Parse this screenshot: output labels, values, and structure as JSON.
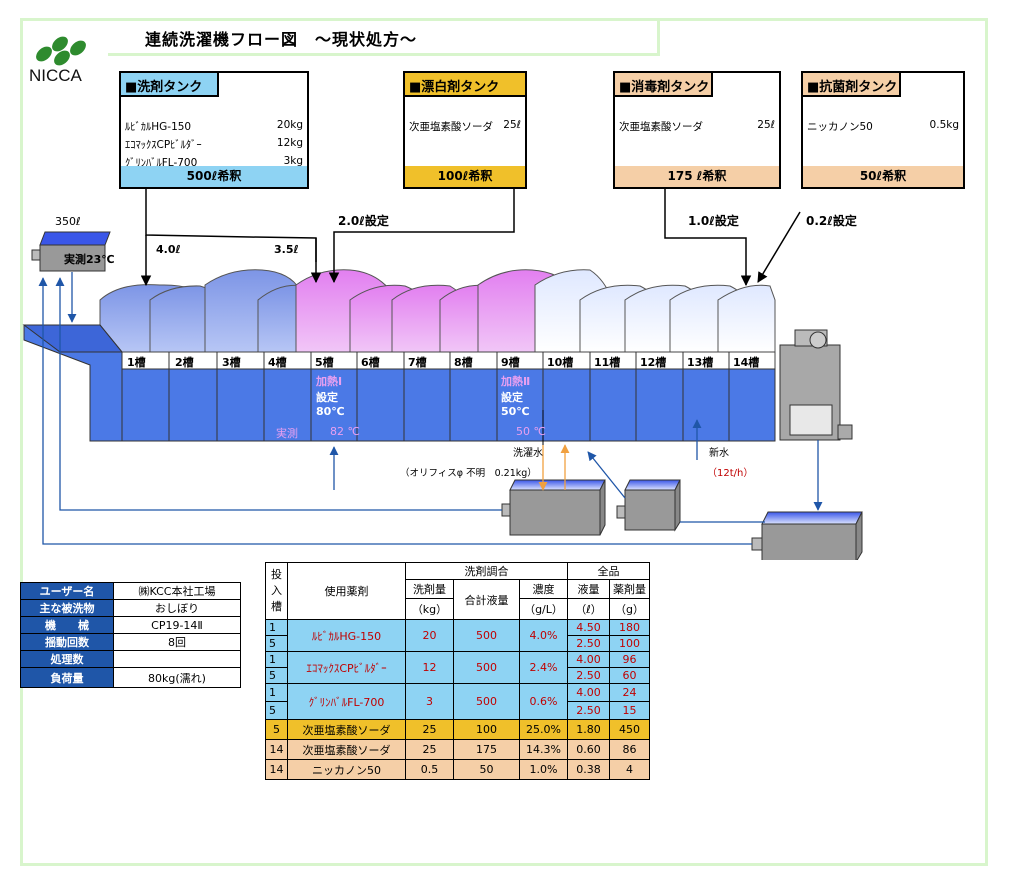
{
  "title": "連続洗濯機フロー図　～現状処方～",
  "logo": {
    "text": "NICCA",
    "leaf_color": "#2e8b2e"
  },
  "colors": {
    "blue_dark": "#1f56a8",
    "blue_light": "#8ed3f3",
    "pink": "#e8a0f0",
    "yellow": "#f0c02a",
    "peach": "#f5cfa7"
  },
  "tanks": {
    "detergent": {
      "title": "■洗剤タンク",
      "items": [
        {
          "name": "ﾙﾋﾞｶﾙHG-150",
          "amount": "20kg"
        },
        {
          "name": "ｴｺﾏｯｸｽCPﾋﾞﾙﾀﾞｰ",
          "amount": "12kg"
        },
        {
          "name": "ｸﾞﾘﾝﾊﾞﾙFL-700",
          "amount": "3kg"
        }
      ],
      "dilution": "500ℓ希釈"
    },
    "bleach": {
      "title": "■漂白剤タンク",
      "items": [
        {
          "name": "次亜塩素酸ソーダ",
          "amount": "25ℓ"
        }
      ],
      "dilution": "100ℓ希釈"
    },
    "disinfect": {
      "title": "■消毒剤タンク",
      "items": [
        {
          "name": "次亜塩素酸ソーダ",
          "amount": "25ℓ"
        }
      ],
      "dilution": "175 ℓ希釈"
    },
    "antibac": {
      "title": "■抗菌剤タンク",
      "items": [
        {
          "name": "ニッカノン50",
          "amount": "0.5kg"
        }
      ],
      "dilution": "50ℓ希釈"
    }
  },
  "flow_labels": {
    "dose_1": "4.0ℓ",
    "dose_4": "3.5ℓ",
    "bleach_set": "2.0ℓ設定",
    "disinfect_set": "1.0ℓ設定",
    "antibac_set": "0.2ℓ設定",
    "inlet_tank_volume": "350ℓ",
    "inlet_tank_temp": "実測23℃",
    "heat1": "加熱Ⅰ",
    "heat1_set": "設定",
    "heat1_temp": "80℃",
    "measured": "実測",
    "heat1_actual": "82 ℃",
    "heat2": "加熱Ⅱ",
    "heat2_set": "設定",
    "heat2_temp": "50℃",
    "heat2_actual": "50 ℃",
    "wash_water": "洗濯水",
    "orifice": "（オリフィスφ 不明　0.21kg）",
    "fresh_water": "新水",
    "fresh_rate": "（12t/h）"
  },
  "baths": [
    "1槽",
    "2槽",
    "3槽",
    "4槽",
    "5槽",
    "6槽",
    "7槽",
    "8槽",
    "9槽",
    "10槽",
    "11槽",
    "12槽",
    "13槽",
    "14槽"
  ],
  "info": [
    {
      "key": "ユーザー名",
      "value": "㈱KCC本社工場"
    },
    {
      "key": "主な被洗物",
      "value": "おしぼり"
    },
    {
      "key": "機　　械",
      "value": "CP19-14Ⅱ"
    },
    {
      "key": "揺動回数",
      "value": "8回"
    },
    {
      "key": "処理数",
      "value": ""
    },
    {
      "key": "負荷量",
      "value": "80kg(濡れ)"
    }
  ],
  "chem_table": {
    "h_bath": "投入槽",
    "h_bath_chars": [
      "投",
      "入",
      "槽"
    ],
    "h_chem": "使用薬剤",
    "h_mix": "洗剤調合",
    "h_full": "全品",
    "h_amount": "洗剤量",
    "h_amount_unit": "（kg）",
    "h_total": "合計液量",
    "h_conc": "濃度",
    "h_conc_unit": "（g/L）",
    "h_liq": "液量",
    "h_liq_unit": "（ℓ）",
    "h_agent": "薬剤量",
    "h_agent_unit": "（g）",
    "rows_blue": [
      {
        "b1": "1",
        "b2": "5",
        "name": "ﾙﾋﾞｶﾙHG-150",
        "amt": "20",
        "total": "500",
        "conc": "4.0%",
        "liq1": "4.50",
        "ag1": "180",
        "liq2": "2.50",
        "ag2": "100"
      },
      {
        "b1": "1",
        "b2": "5",
        "name": "ｴｺﾏｯｸｽCPﾋﾞﾙﾀﾞｰ",
        "amt": "12",
        "total": "500",
        "conc": "2.4%",
        "liq1": "4.00",
        "ag1": "96",
        "liq2": "2.50",
        "ag2": "60"
      },
      {
        "b1": "1",
        "b2": "5",
        "name": "ｸﾞﾘﾝﾊﾞﾙFL-700",
        "amt": "3",
        "total": "500",
        "conc": "0.6%",
        "liq1": "4.00",
        "ag1": "24",
        "liq2": "2.50",
        "ag2": "15"
      }
    ],
    "row_yellow": {
      "b": "5",
      "name": "次亜塩素酸ソーダ",
      "amt": "25",
      "total": "100",
      "conc": "25.0%",
      "liq": "1.80",
      "ag": "450"
    },
    "rows_peach": [
      {
        "b": "14",
        "name": "次亜塩素酸ソーダ",
        "amt": "25",
        "total": "175",
        "conc": "14.3%",
        "liq": "0.60",
        "ag": "86"
      },
      {
        "b": "14",
        "name": "ニッカノン50",
        "amt": "0.5",
        "total": "50",
        "conc": "1.0%",
        "liq": "0.38",
        "ag": "4"
      }
    ]
  }
}
